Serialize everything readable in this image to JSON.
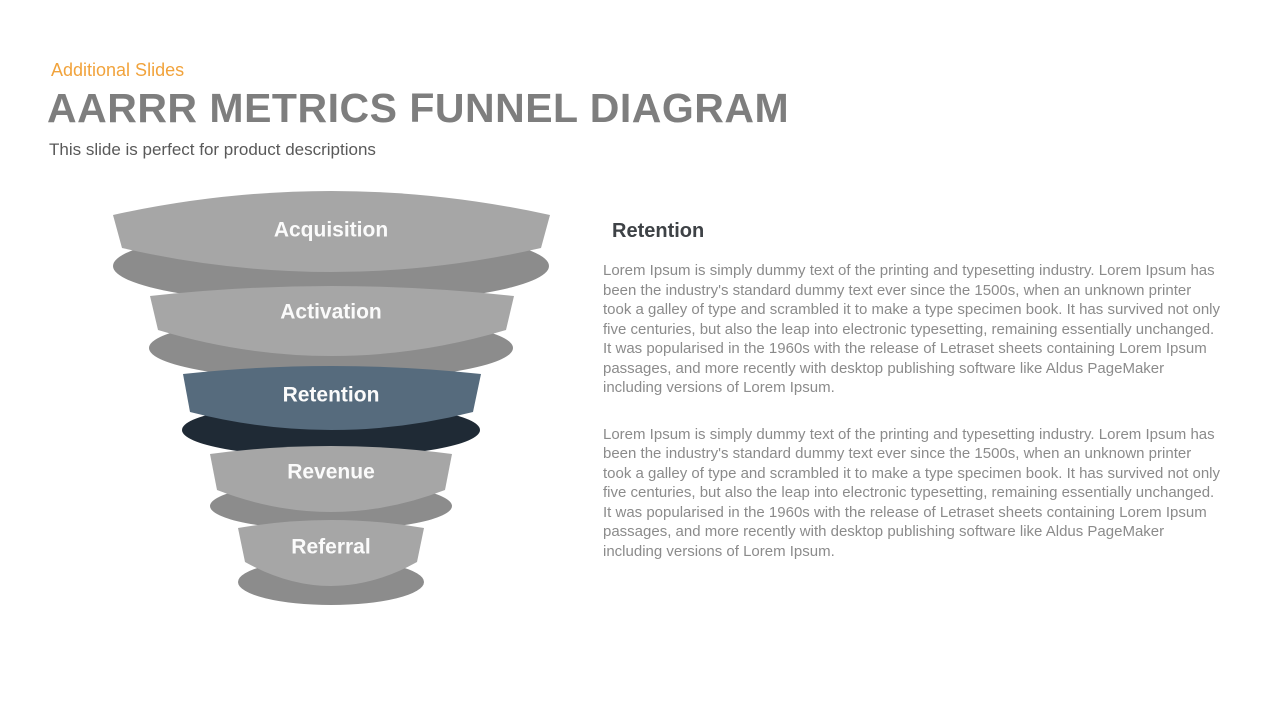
{
  "header": {
    "eyebrow": "Additional Slides",
    "title": "AARRR METRICS FUNNEL DIAGRAM",
    "subtitle": "This slide is perfect for product descriptions"
  },
  "funnel": {
    "tiers": [
      {
        "label": "Acquisition",
        "highlighted": false
      },
      {
        "label": "Activation",
        "highlighted": false
      },
      {
        "label": "Retention",
        "highlighted": true
      },
      {
        "label": "Revenue",
        "highlighted": false
      },
      {
        "label": "Referral",
        "highlighted": false
      }
    ]
  },
  "detail": {
    "heading": "Retention",
    "paragraphs": [
      "Lorem Ipsum is simply dummy text of the printing and typesetting industry. Lorem Ipsum has been the industry's standard dummy text ever since the 1500s, when an unknown printer took a galley of type and scrambled it to make a type specimen book. It has survived not only five centuries, but also the leap into electronic typesetting, remaining essentially unchanged. It was popularised in the 1960s with the release of Letraset sheets containing Lorem Ipsum passages, and more recently with desktop publishing software like Aldus PageMaker including versions of Lorem Ipsum.",
      "Lorem Ipsum is simply dummy text of the printing and typesetting industry. Lorem Ipsum has been the industry's standard dummy text ever since the 1500s, when an unknown printer took a galley of type and scrambled it to make a type specimen book. It has survived not only five centuries, but also the leap into electronic typesetting, remaining essentially unchanged. It was popularised in the 1960s with the release of Letraset sheets containing Lorem Ipsum passages, and more recently with desktop publishing software like Aldus PageMaker including versions of Lorem Ipsum."
    ]
  },
  "colors": {
    "accent_orange": "#F1A33C",
    "title_gray": "#7E7E7E",
    "tier_body": "#A6A6A6",
    "tier_rim": "#8C8C8C",
    "tier_highlight_body": "#566B7D",
    "tier_highlight_rim": "#1F2A35",
    "tier_label_text": "#FBFBFB",
    "detail_heading_text": "#3E4246",
    "detail_body_text": "#8B8B8B"
  }
}
